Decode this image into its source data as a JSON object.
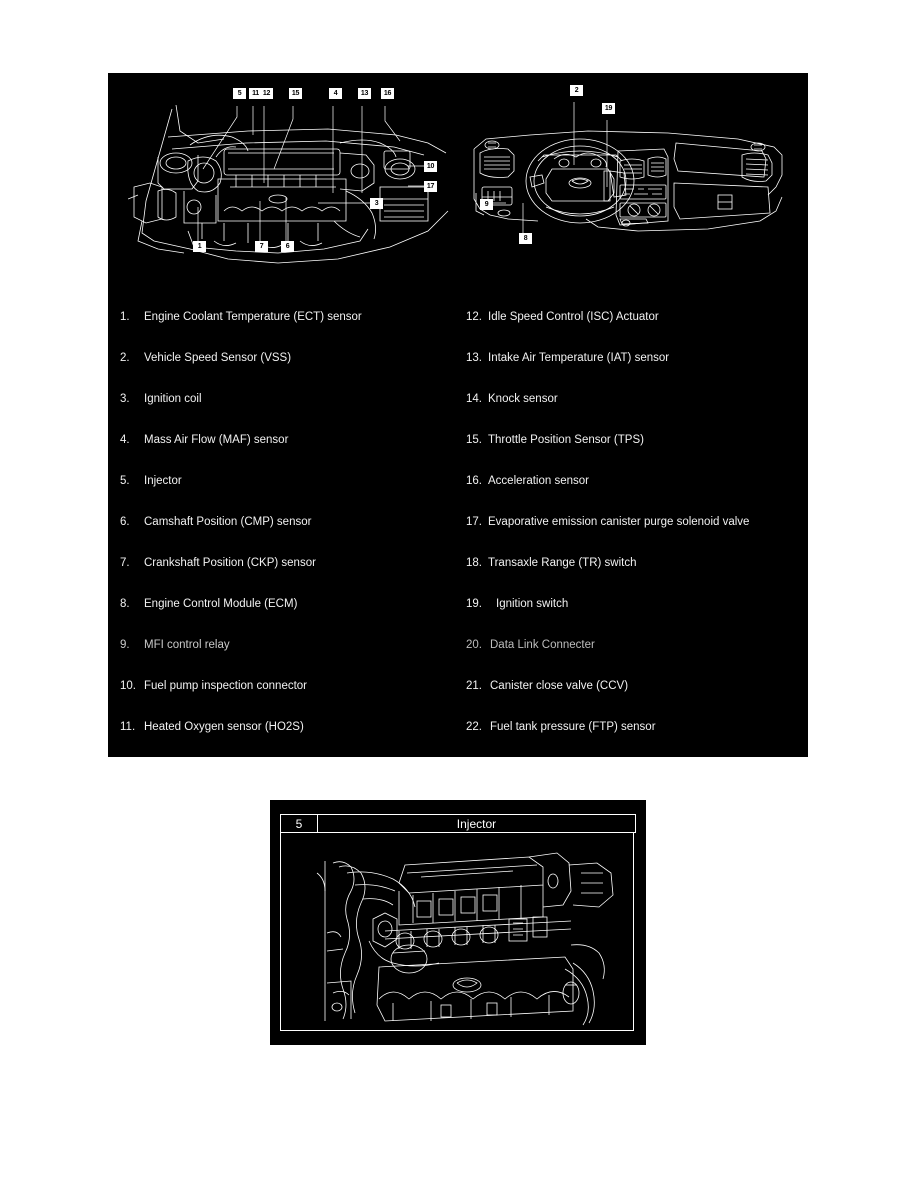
{
  "document": {
    "type": "automotive-service-diagram",
    "background_color": "#ffffff",
    "panel_color": "#000000",
    "line_color": "#ffffff"
  },
  "top_panel": {
    "engine_diagram": {
      "name": "engine-compartment-diagram",
      "callouts_top": [
        "5",
        "11",
        "12",
        "15",
        "4",
        "13",
        "16"
      ],
      "callouts_right": [
        "10",
        "17"
      ],
      "callouts_inner": [
        "3"
      ],
      "callouts_bottom": [
        "1",
        "7",
        "6"
      ]
    },
    "dashboard_diagram": {
      "name": "instrument-panel-diagram",
      "callouts": [
        "2",
        "19",
        "9",
        "8"
      ]
    },
    "legend_left": [
      {
        "num": "1.",
        "label": "Engine Coolant Temperature (ECT) sensor"
      },
      {
        "num": "2.",
        "label": "Vehicle Speed Sensor (VSS)"
      },
      {
        "num": "3.",
        "label": "Ignition coil"
      },
      {
        "num": "4.",
        "label": "Mass Air Flow (MAF) sensor"
      },
      {
        "num": "5.",
        "label": "Injector"
      },
      {
        "num": "6.",
        "label": "Camshaft Position (CMP) sensor"
      },
      {
        "num": "7.",
        "label": "Crankshaft Position (CKP) sensor"
      },
      {
        "num": "8.",
        "label": "Engine Control Module (ECM)"
      },
      {
        "num": "9.",
        "label": "MFI control relay"
      },
      {
        "num": "10.",
        "label": "Fuel pump inspection connector"
      },
      {
        "num": "11.",
        "label": "Heated Oxygen sensor (HO2S)"
      }
    ],
    "legend_right": [
      {
        "num": "12.",
        "label": "Idle Speed Control (ISC) Actuator"
      },
      {
        "num": "13.",
        "label": "Intake Air Temperature (IAT) sensor"
      },
      {
        "num": "14.",
        "label": "Knock sensor"
      },
      {
        "num": "15.",
        "label": "Throttle Position Sensor (TPS)"
      },
      {
        "num": "16.",
        "label": "Acceleration sensor"
      },
      {
        "num": "17.",
        "label": "Evaporative emission canister purge solenoid valve"
      },
      {
        "num": "18.",
        "label": "Transaxle Range (TR) switch"
      },
      {
        "num": "19.",
        "label": "Ignition switch"
      },
      {
        "num": "20.",
        "label": "Data Link Connecter"
      },
      {
        "num": "21.",
        "label": "Canister close valve (CCV)"
      },
      {
        "num": "22.",
        "label": "Fuel tank pressure (FTP) sensor"
      }
    ]
  },
  "bottom_panel": {
    "table": {
      "index": "5",
      "title": "Injector"
    },
    "detail_image": {
      "name": "injector-engine-photo-lineart"
    }
  }
}
